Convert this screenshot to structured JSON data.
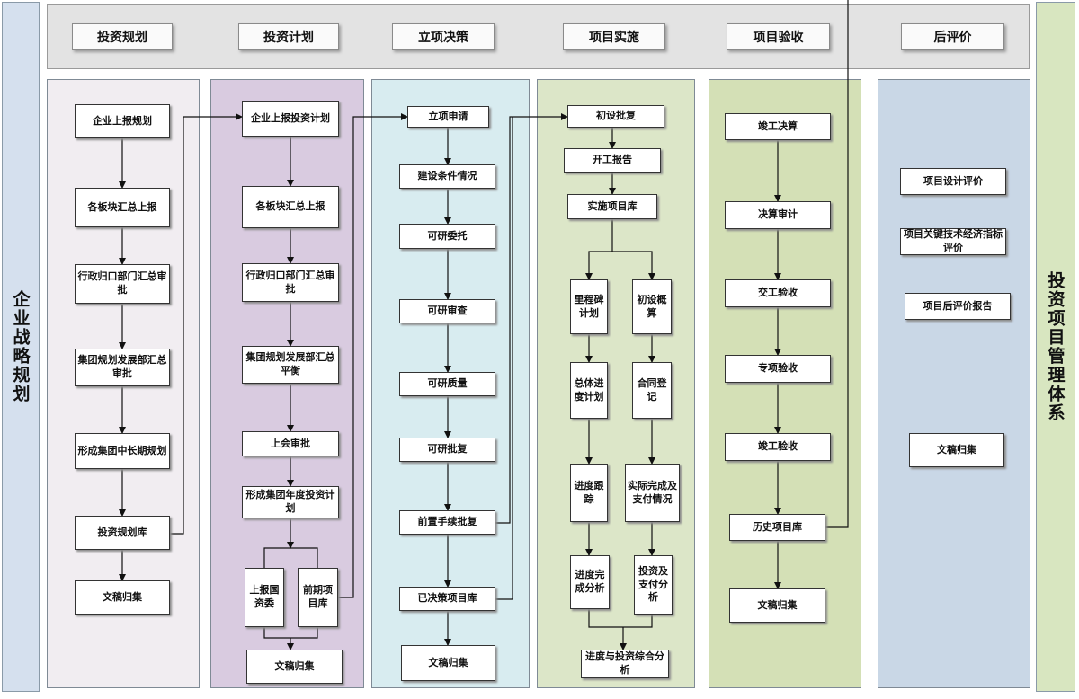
{
  "left_label": "企业战略规划",
  "right_label": "投资项目管理体系",
  "phases": [
    "投资规划",
    "投资计划",
    "立项决策",
    "项目实施",
    "项目验收",
    "后评价"
  ],
  "lanes": {
    "planning": [
      "企业上报规划",
      "各板块汇总上报",
      "行政归口部门汇总审批",
      "集团规划发展部汇总审批",
      "形成集团中长期规划",
      "投资规划库",
      "文稿归集"
    ],
    "plan": [
      "企业上报投资计划",
      "各板块汇总上报",
      "行政归口部门汇总审批",
      "集团规划发展部汇总平衡",
      "上会审批",
      "形成集团年度投资计划",
      "上报国资委",
      "前期项目库",
      "文稿归集"
    ],
    "decision": [
      "立项申请",
      "建设条件情况",
      "可研委托",
      "可研审查",
      "可研质量",
      "可研批复",
      "前置手续批复",
      "已决策项目库",
      "文稿归集"
    ],
    "implementation": [
      "初设批复",
      "开工报告",
      "实施项目库",
      "里程碑计划",
      "初设概算",
      "总体进度计划",
      "合同登记",
      "进度跟踪",
      "实际完成及支付情况",
      "进度完成分析",
      "投资及支付分析",
      "进度与投资综合分析"
    ],
    "acceptance": [
      "竣工决算",
      "决算审计",
      "交工验收",
      "专项验收",
      "竣工验收",
      "历史项目库",
      "文稿归集"
    ],
    "evaluation": [
      "项目设计评价",
      "项目关键技术经济指标评价",
      "项目后评价报告",
      "文稿归集"
    ]
  },
  "colors": {
    "lane_planning": "#f1edf1",
    "lane_plan": "#d9cbe0",
    "lane_decision": "#d8ecf0",
    "lane_implementation": "#dce6c8",
    "lane_acceptance": "#d4e0b6",
    "lane_evaluation": "#c9d7e6",
    "left_bar": "#d5e0ee",
    "right_bar": "#d8e6c0"
  }
}
